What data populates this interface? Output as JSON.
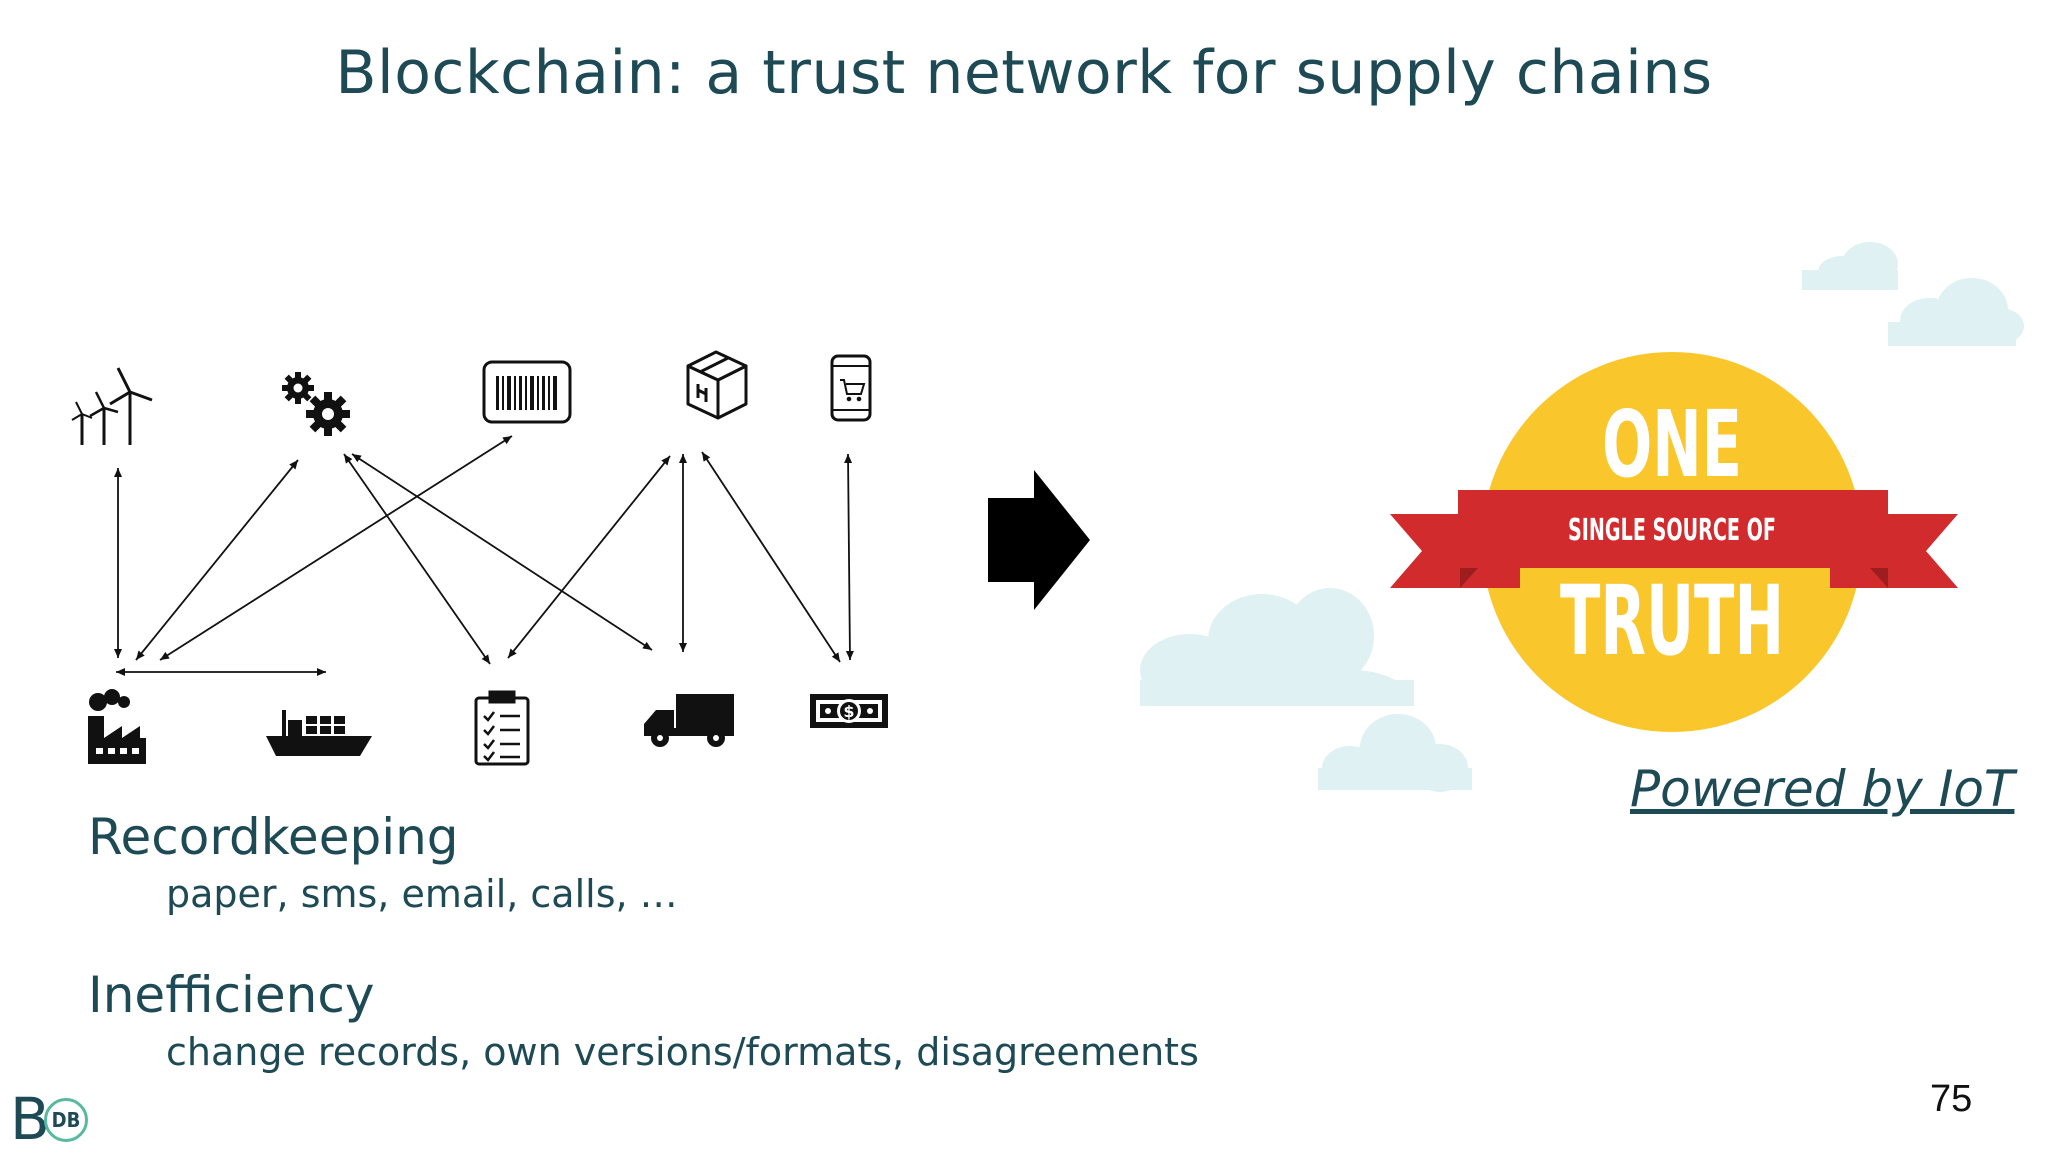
{
  "title": "Blockchain: a trust network for supply chains",
  "icons_top": [
    "wind-turbines-icon",
    "gears-icon",
    "barcode-icon",
    "package-box-icon",
    "mobile-shopping-cart-icon"
  ],
  "icons_bottom": [
    "factory-icon",
    "cargo-ship-icon",
    "checklist-clipboard-icon",
    "delivery-truck-icon",
    "money-bill-icon"
  ],
  "badge": {
    "top_word": "ONE",
    "ribbon_text": "SINGLE SOURCE OF",
    "bottom_word": "TRUTH",
    "colors": {
      "sun": "#f9c62c",
      "ribbon": "#d12b2e",
      "ribbon_dark": "#9e1e20",
      "cloud": "#dff1f2"
    }
  },
  "powered_by": "Powered by IoT",
  "points": [
    {
      "heading": "Recordkeeping",
      "detail": "paper, sms, email, calls, …"
    },
    {
      "heading": "Inefficiency",
      "detail": "change records, own versions/formats, disagreements"
    }
  ],
  "page_number": "75",
  "logo": {
    "letter": "B",
    "badge": "DB"
  },
  "colors": {
    "text": "#1d4a55",
    "logo_ring": "#57b9a0"
  }
}
